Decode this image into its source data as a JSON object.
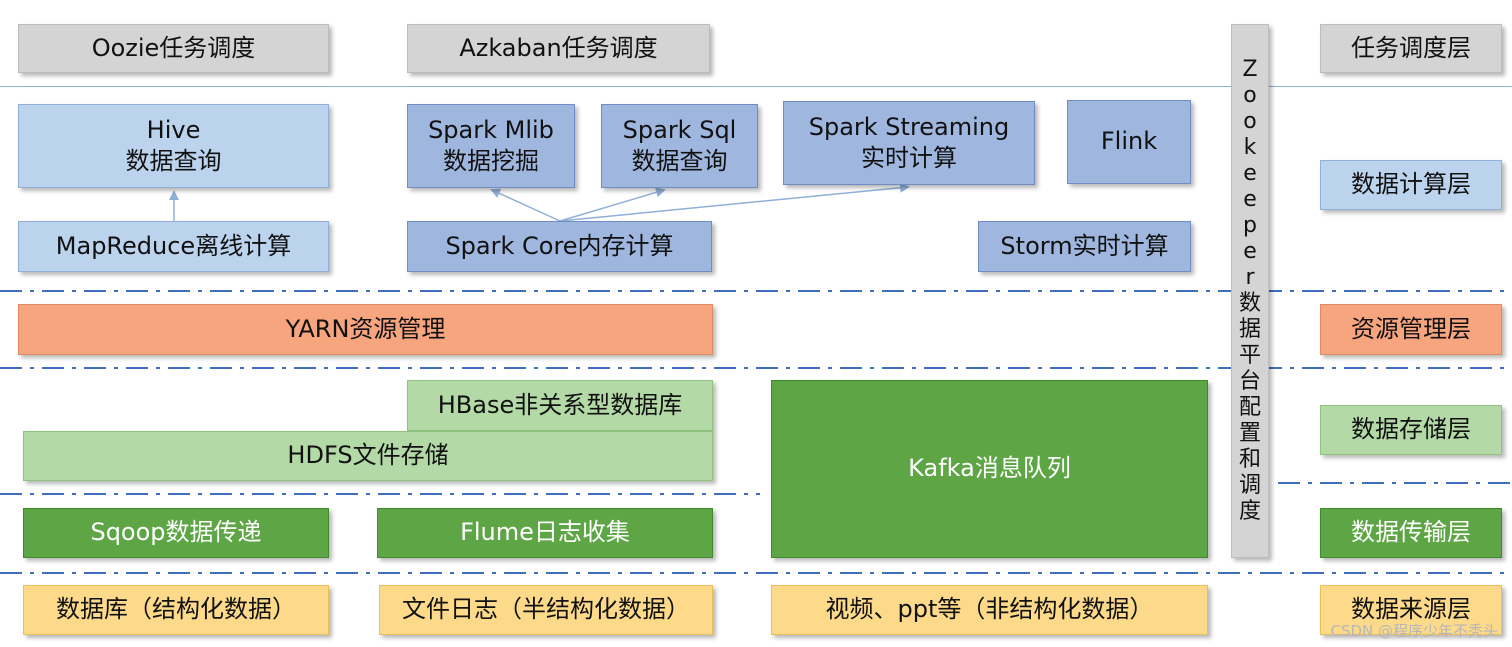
{
  "scheduling": {
    "oozie": "Oozie任务调度",
    "azkaban": "Azkaban任务调度"
  },
  "compute": {
    "hive_title": "Hive",
    "hive_desc": "数据查询",
    "mapreduce": "MapReduce离线计算",
    "mlib_title": "Spark Mlib",
    "mlib_desc": "数据挖掘",
    "sql_title": "Spark Sql",
    "sql_desc": "数据查询",
    "streaming_title": "Spark Streaming",
    "streaming_desc": "实时计算",
    "flink": "Flink",
    "spark_core": "Spark Core内存计算",
    "storm": "Storm实时计算"
  },
  "resource": {
    "yarn": "YARN资源管理"
  },
  "storage": {
    "hbase": "HBase非关系型数据库",
    "hdfs": "HDFS文件存储",
    "kafka": "Kafka消息队列"
  },
  "transport": {
    "sqoop": "Sqoop数据传递",
    "flume": "Flume日志收集"
  },
  "sources": {
    "db": "数据库（结构化数据）",
    "logs": "文件日志（半结构化数据）",
    "media": "视频、ppt等（非结构化数据）"
  },
  "zookeeper": {
    "chars": [
      "Z",
      "o",
      "o",
      "k",
      "e",
      "e",
      "p",
      "e",
      "r",
      "数",
      "据",
      "平",
      "台",
      "配",
      "置",
      "和",
      "调",
      "度"
    ]
  },
  "layers": {
    "scheduling": "任务调度层",
    "compute": "数据计算层",
    "resource": "资源管理层",
    "storage": "数据存储层",
    "transport": "数据传输层",
    "source": "数据来源层"
  },
  "colors": {
    "gray": "#d4d4d4",
    "light_blue": "#bcd3ee",
    "medium_blue": "#9fb6de",
    "orange": "#f6a57f",
    "light_green": "#b3d9a6",
    "dark_green": "#5ea645",
    "yellow": "#fdd98a",
    "divider": "#3f6ebf"
  },
  "watermark": "CSDN @程序少年不秃头"
}
